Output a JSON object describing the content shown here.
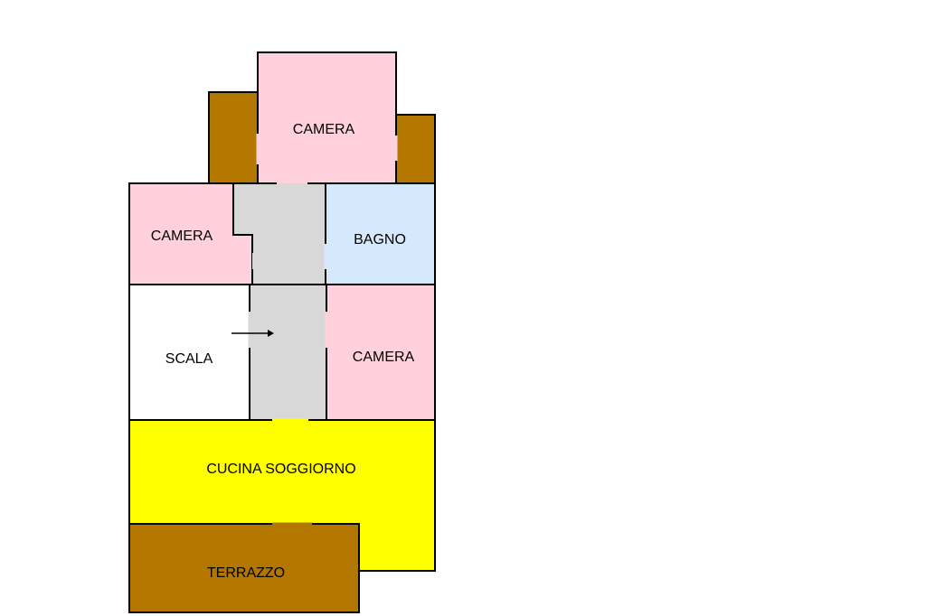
{
  "colors": {
    "bedroom": "#ffd1dc",
    "bathroom": "#d6e8fb",
    "hallway": "#d8d8d8",
    "stair": "#ffffff",
    "living": "#ffff00",
    "balcony": "#b37700",
    "wall": "#000000"
  },
  "rooms": {
    "camera_top": "CAMERA",
    "camera_left": "CAMERA",
    "bagno": "BAGNO",
    "scala": "SCALA",
    "camera_right": "CAMERA",
    "cucina_soggiorno": "CUCINA SOGGIORNO",
    "terrazzo": "TERRAZZO"
  },
  "icons": {
    "stair_direction": "arrow-right-icon"
  }
}
